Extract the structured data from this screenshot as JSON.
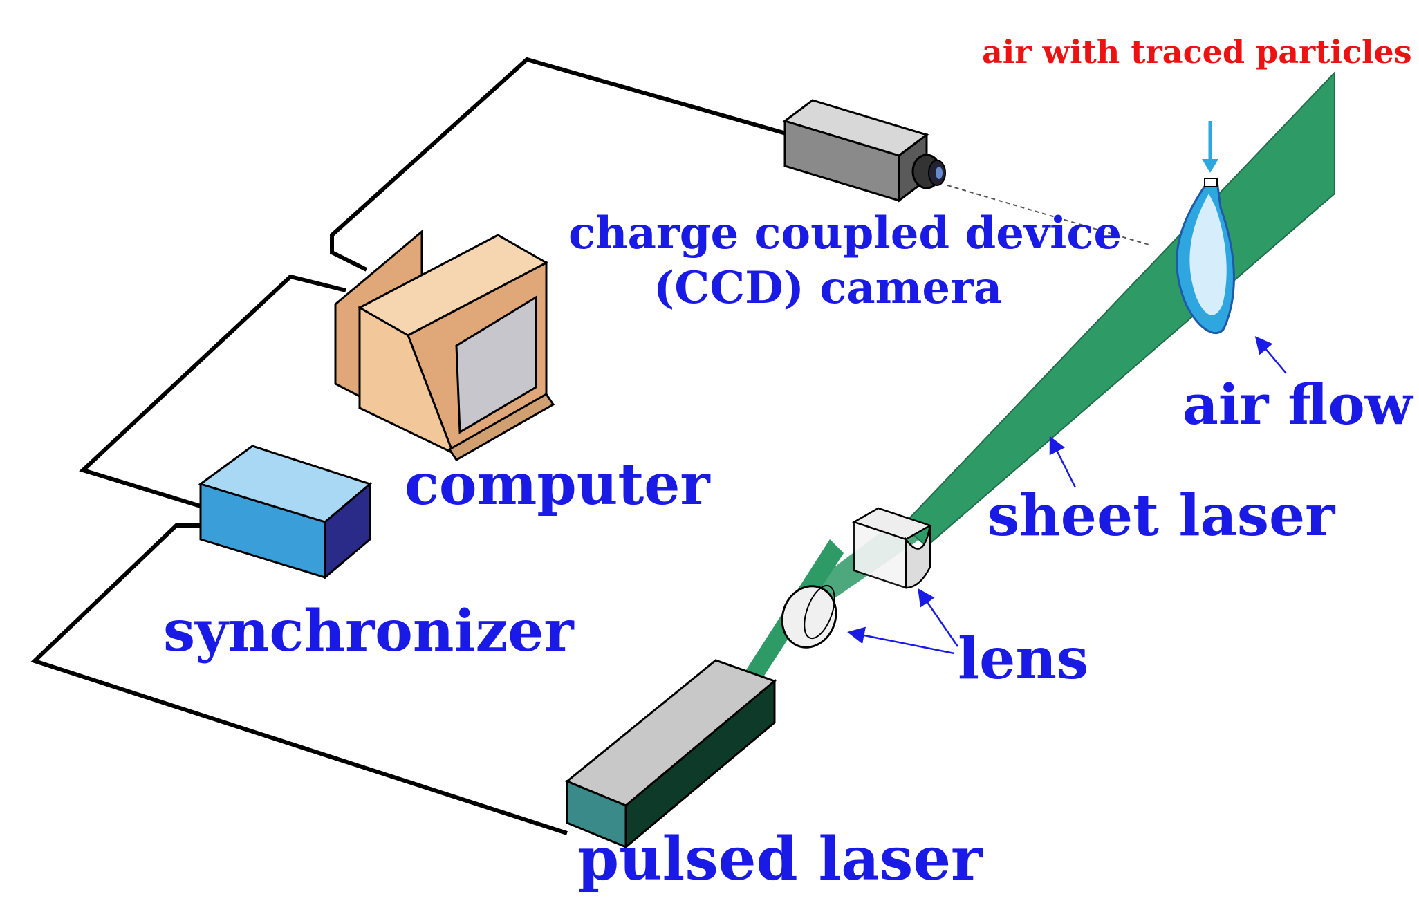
{
  "labels": {
    "air_with_traced_particles": "air with traced particles",
    "ccd_camera_line1": "charge coupled device",
    "ccd_camera_line2": "(CCD) camera",
    "air_flow": "air flow",
    "computer": "computer",
    "sheet_laser": "sheet laser",
    "synchronizer": "synchronizer",
    "lens": "lens",
    "pulsed_laser": "pulsed laser"
  },
  "colors": {
    "label_blue": "#1a1ae6",
    "label_red": "#ee1111",
    "laser_green": "#2e9a66",
    "flow_blue": "#2ea6e0",
    "computer_tan": "#f2c79a",
    "synchronizer_blue": "#3a9fd8"
  }
}
